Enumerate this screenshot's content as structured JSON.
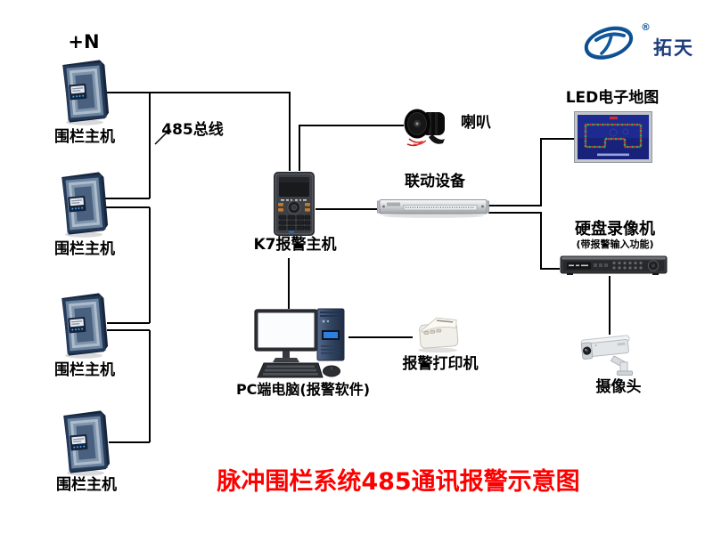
{
  "logo": {
    "brand": "拓天",
    "registered": "®"
  },
  "bus": {
    "label": "485总线",
    "node_count": "+N"
  },
  "fence_hosts": [
    {
      "label": "围栏主机"
    },
    {
      "label": "围栏主机"
    },
    {
      "label": "围栏主机"
    },
    {
      "label": "围栏主机"
    }
  ],
  "devices": {
    "k7": {
      "label": "K7报警主机"
    },
    "speaker": {
      "label": "喇叭"
    },
    "linkage": {
      "label": "联动设备"
    },
    "led_map": {
      "label": "LED电子地图"
    },
    "dvr": {
      "label": "硬盘录像机",
      "sublabel": "(带报警输入功能)"
    },
    "camera": {
      "label": "摄像头"
    },
    "pc": {
      "label": "PC端电脑(报警软件)"
    },
    "printer": {
      "label": "报警打印机"
    }
  },
  "title": {
    "text": "脉冲围栏系统485通讯报警示意图"
  },
  "colors": {
    "title_red": "#fe0000",
    "wire_black": "#000000",
    "logo_blue": "#12589c",
    "brand_navy": "#1d3c7c",
    "led_red": "#d23333",
    "led_green": "#33aa55"
  }
}
